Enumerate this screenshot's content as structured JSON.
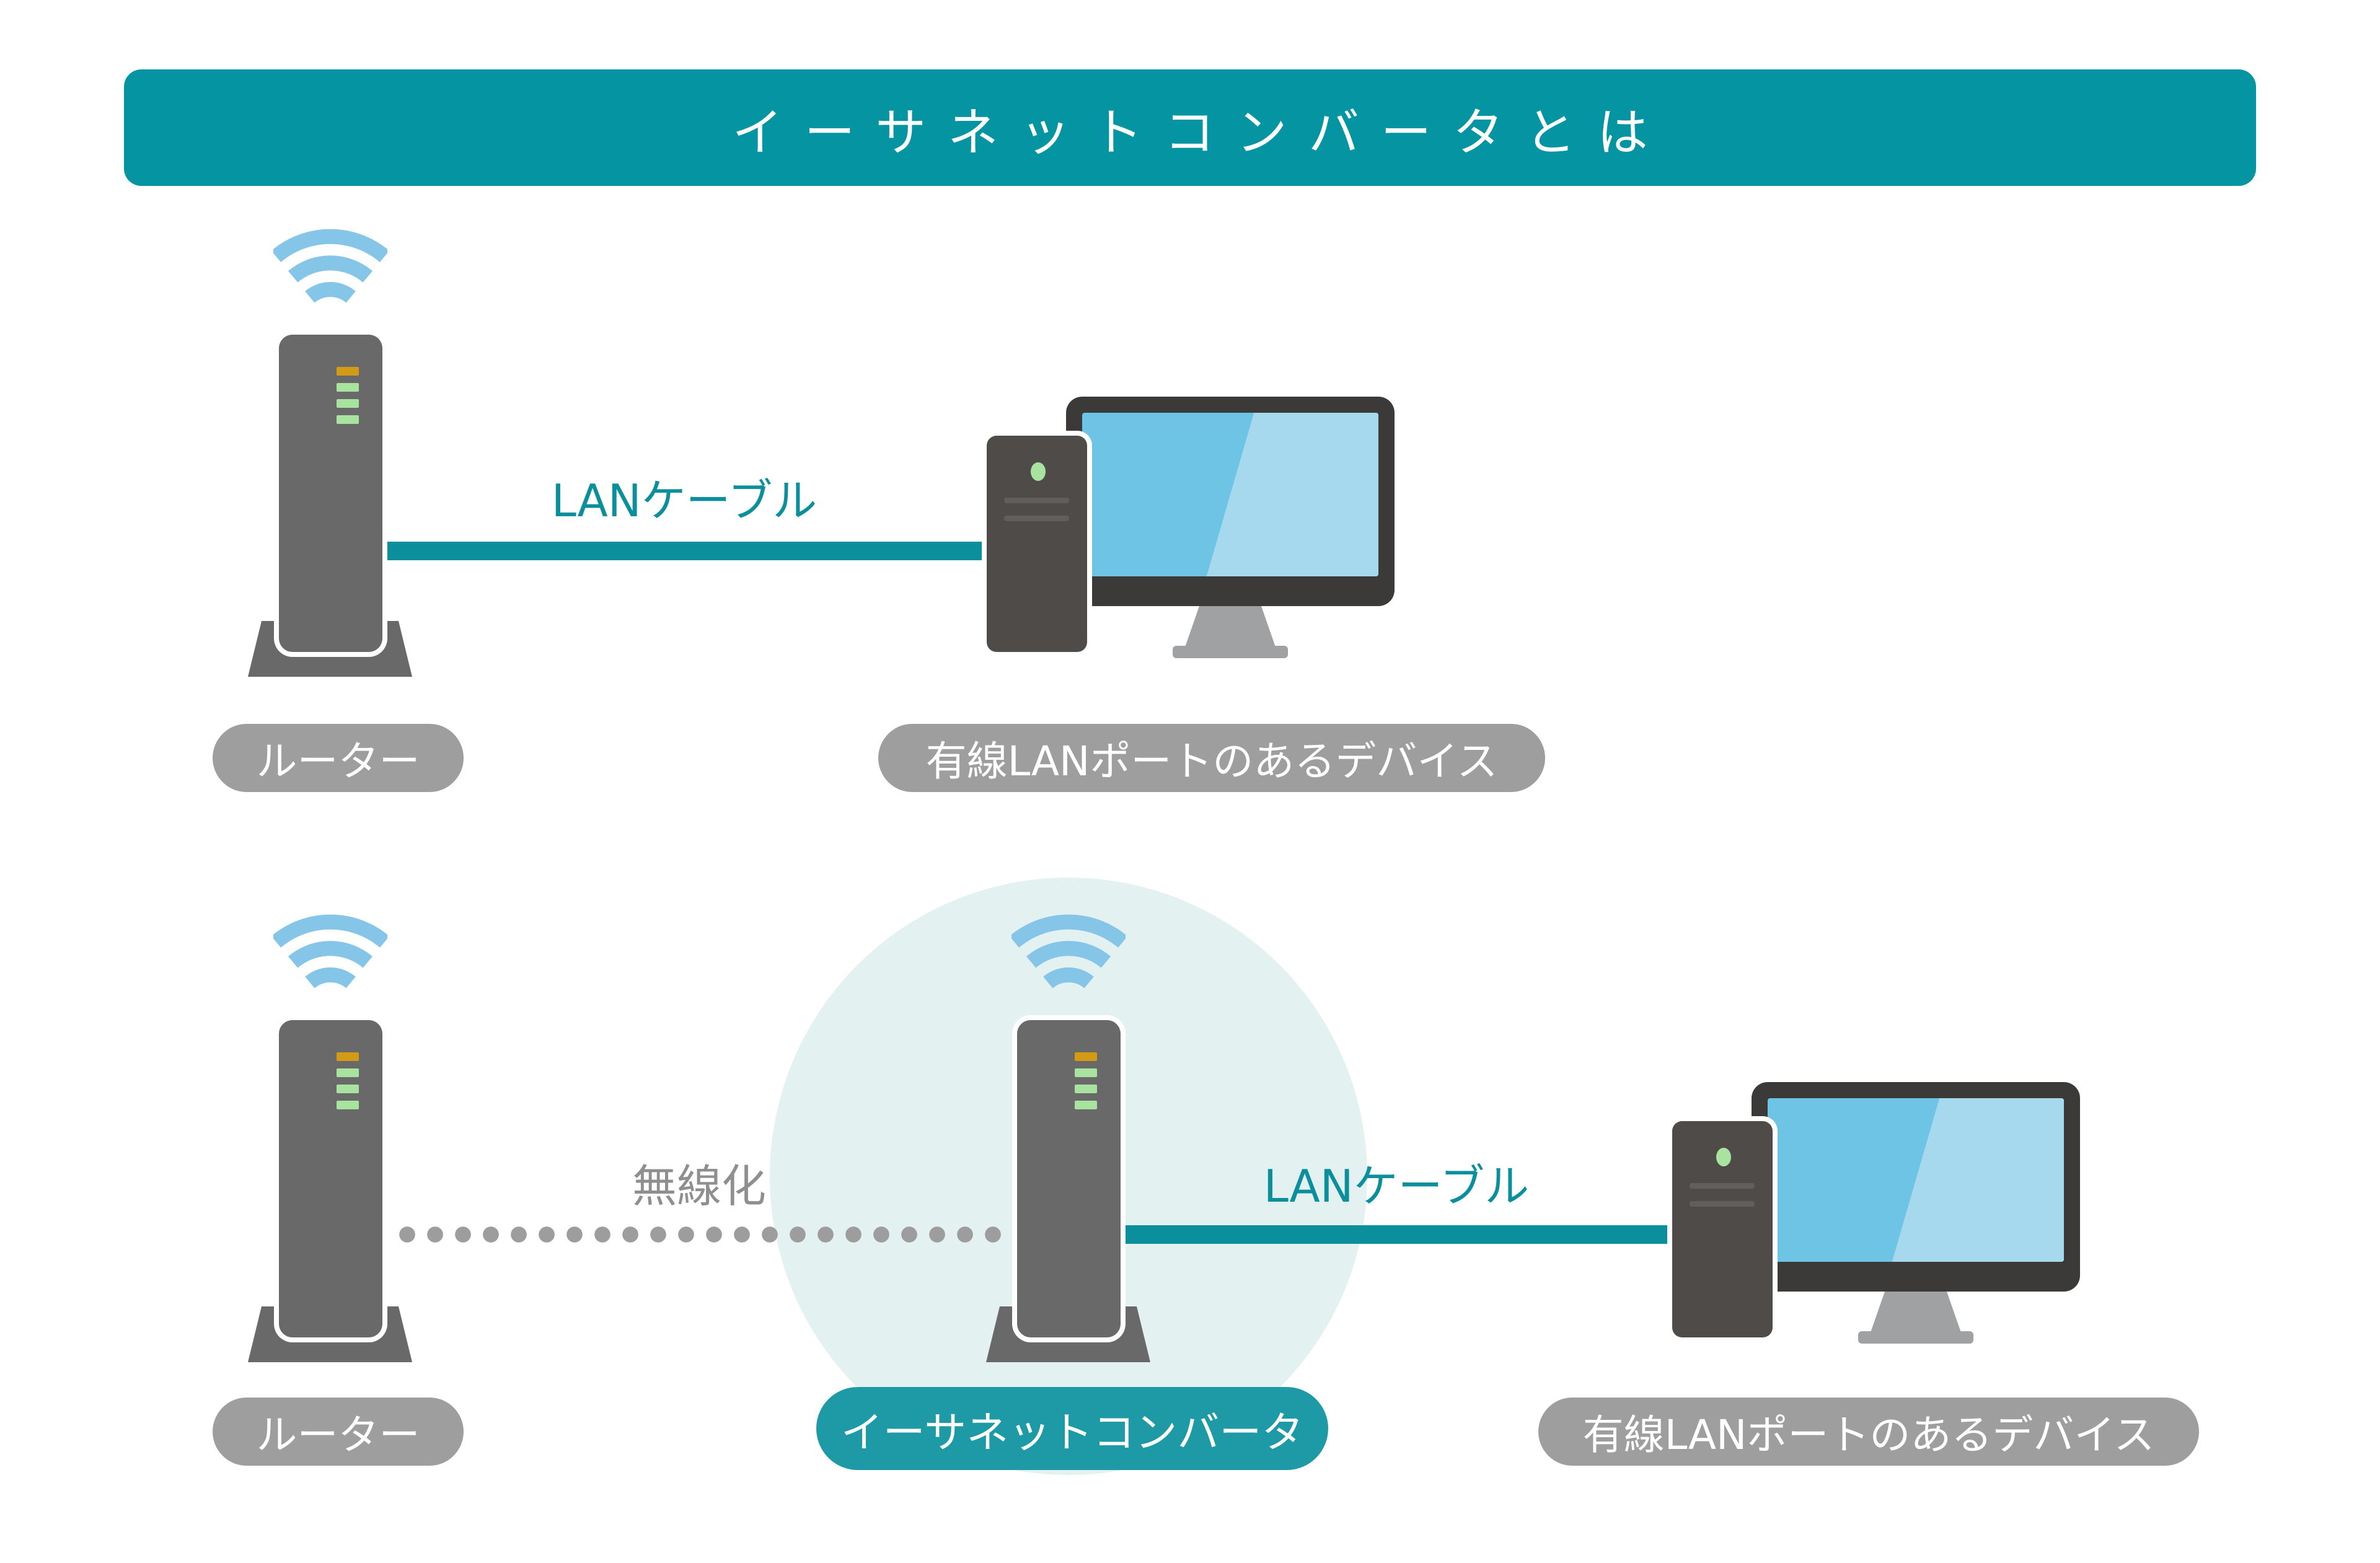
{
  "header": {
    "title": "イーサネットコンバータとは",
    "background": "#0494a2",
    "text_color": "#ffffff"
  },
  "colors": {
    "cable_teal": "#0b8f9c",
    "badge_teal": "#1d9aa6",
    "pill_gray": "#9e9e9e",
    "router_gray": "#696969",
    "tower_gray": "#4e4b49",
    "monitor_bezel": "#3b3a39",
    "screen_blue": "#6ec4e5",
    "screen_highlight": "#a7d9ee",
    "stand_gray": "#9fa1a2",
    "wifi_blue": "#85c5e8",
    "dotted_line_gray": "#9d9d9d",
    "wireless_text_gray": "#8f8f8f",
    "led_orange": "#d39a15",
    "led_green": "#a9e3a0",
    "highlight_circle": "#e4f1f1"
  },
  "top_diagram": {
    "router_label": "ルーター",
    "cable_label": "LANケーブル",
    "device_label": "有線LANポートのあるデバイス"
  },
  "bottom_diagram": {
    "router_label": "ルーター",
    "wireless_label": "無線化",
    "cable_label": "LANケーブル",
    "converter_label": "イーサネットコンバータ",
    "device_label": "有線LANポートのあるデバイス"
  }
}
